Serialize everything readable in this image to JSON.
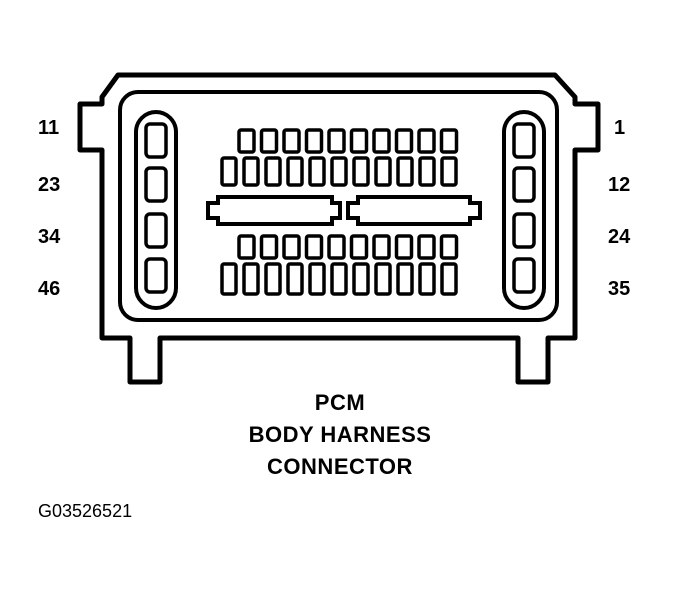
{
  "pins": {
    "left": [
      "11",
      "23",
      "34",
      "46"
    ],
    "right": [
      "1",
      "12",
      "24",
      "35"
    ]
  },
  "caption": {
    "line1": "PCM",
    "line2": "BODY HARNESS",
    "line3": "CONNECTOR"
  },
  "figure_id": "G03526521"
}
